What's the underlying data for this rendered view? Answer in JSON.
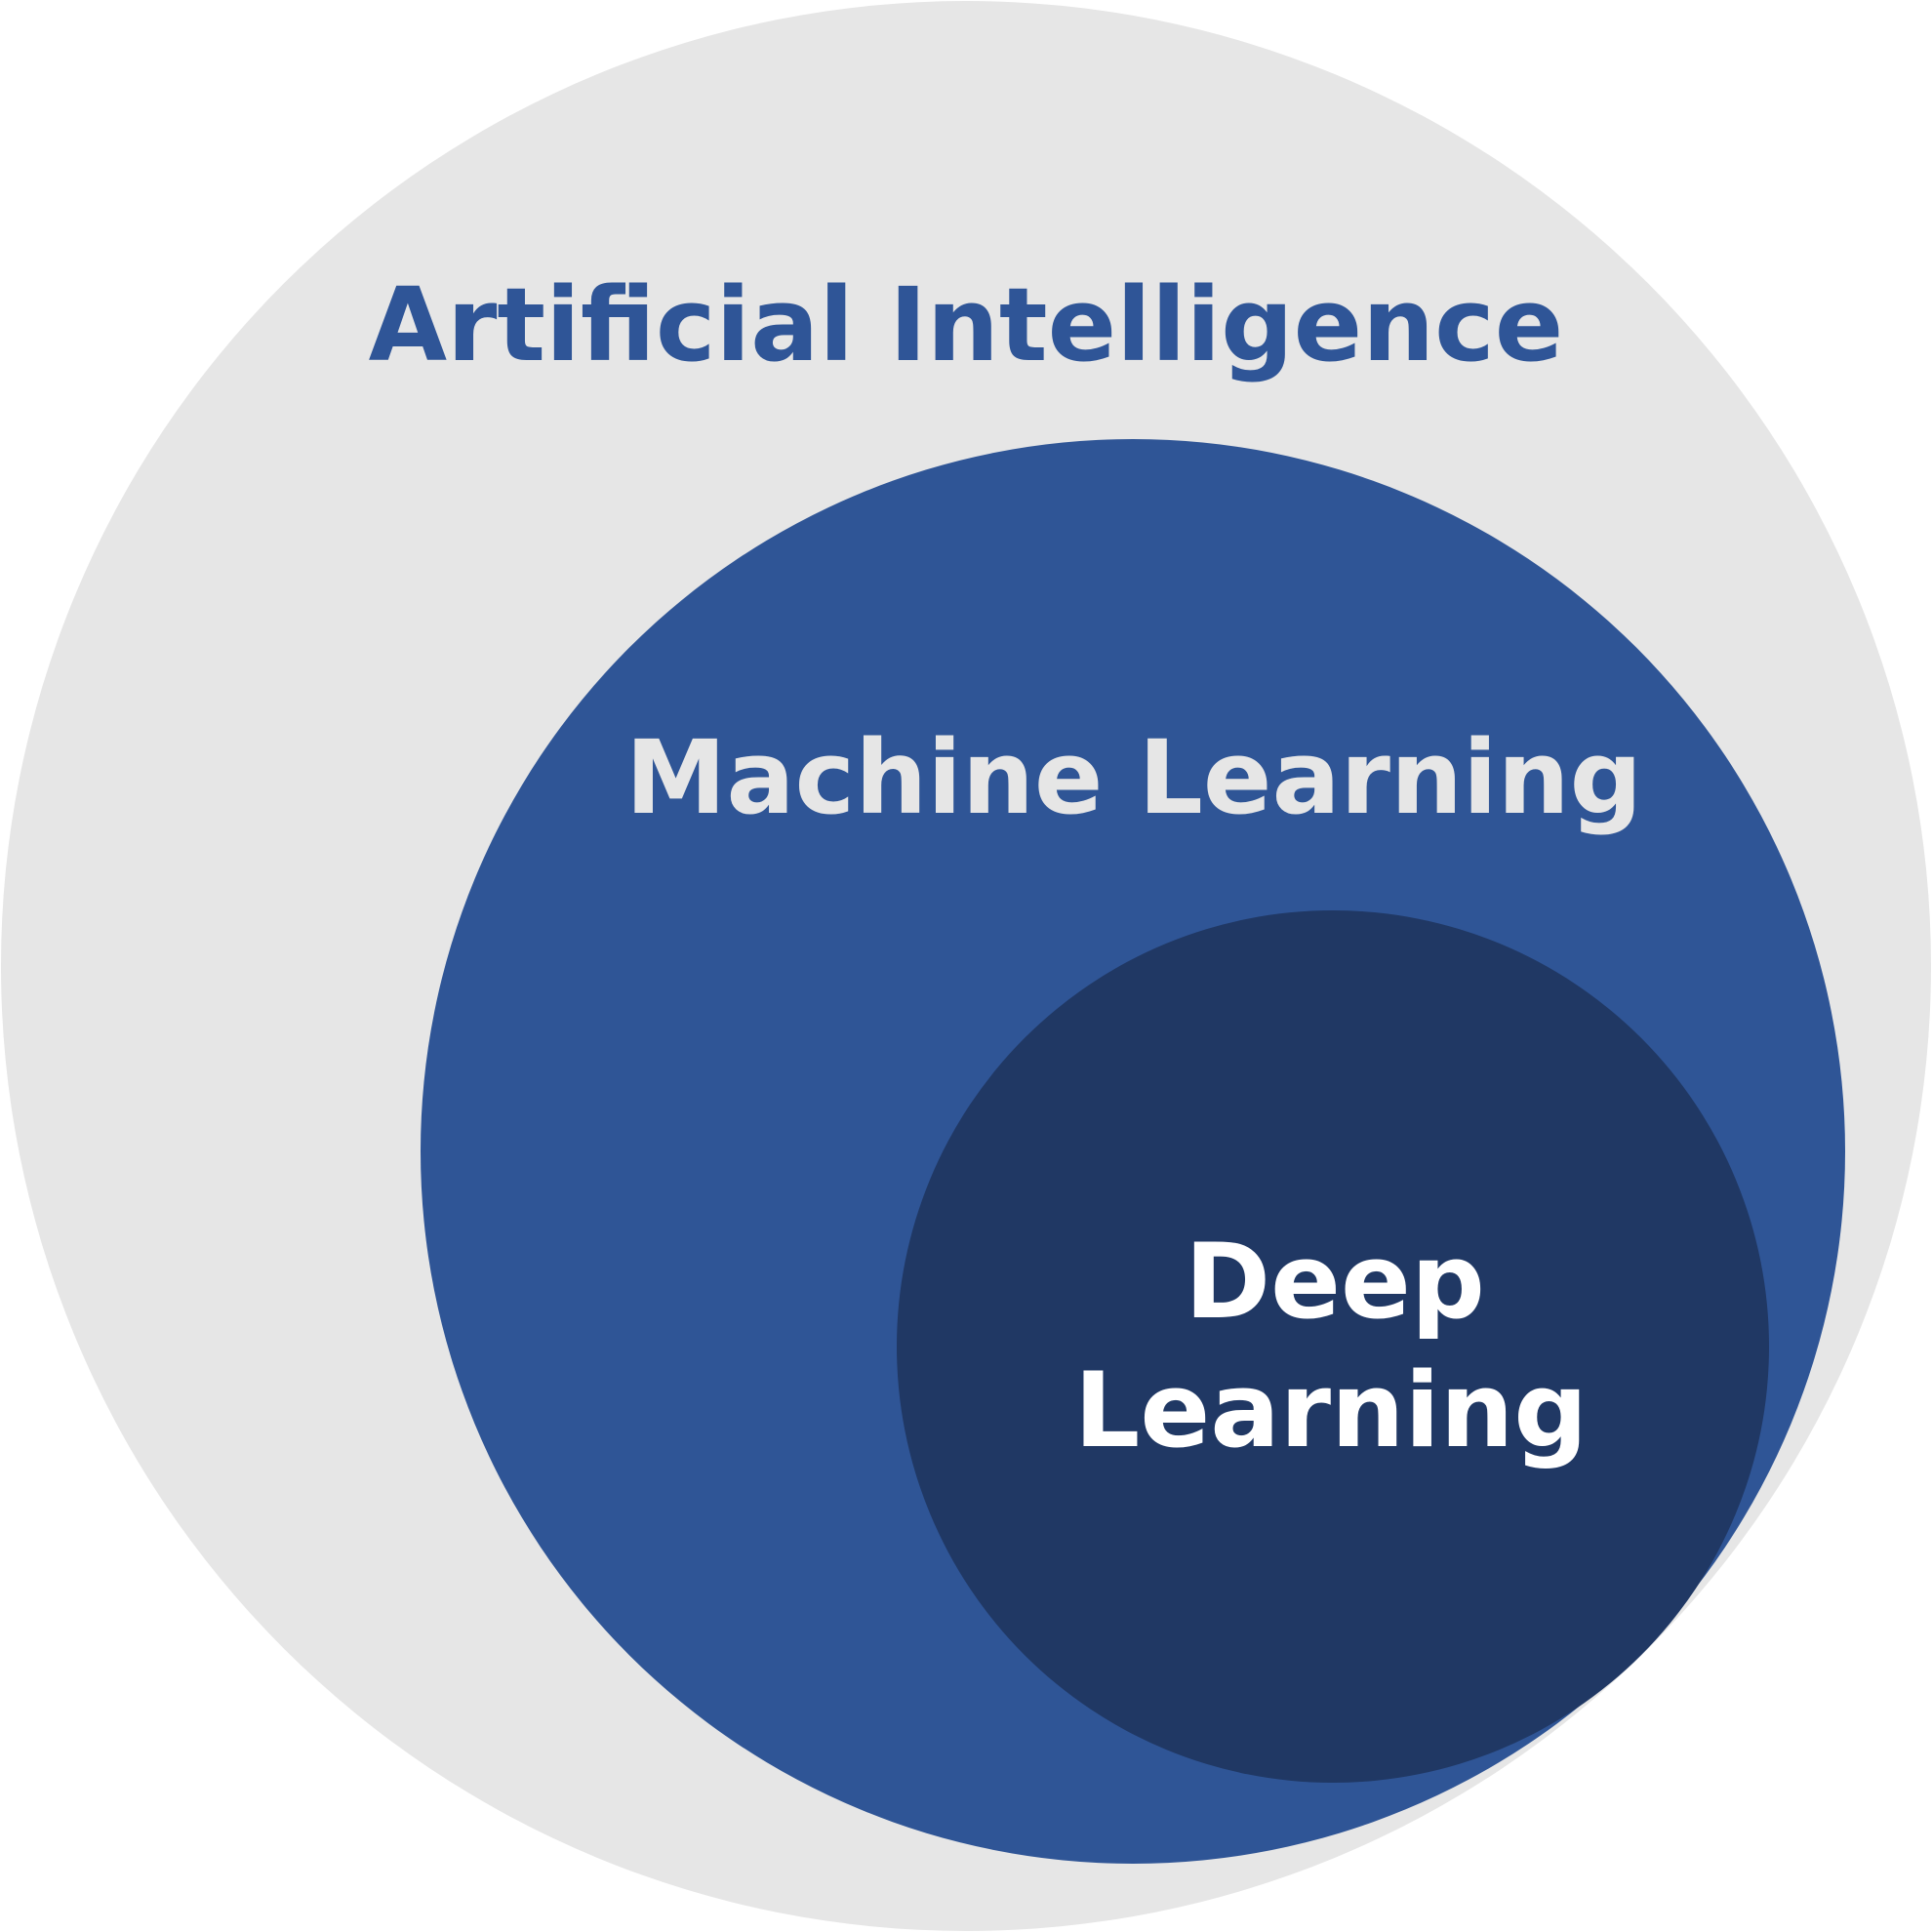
{
  "diagram": {
    "type": "nested-circles",
    "circles": [
      {
        "id": "outer",
        "label": "Artificial Intelligence",
        "fill": "#e6e6e6",
        "text_color": "#2f5597"
      },
      {
        "id": "middle",
        "label": "Machine Learning",
        "fill": "#2f5596",
        "text_color": "#e6e6e6"
      },
      {
        "id": "inner",
        "label_lines": [
          "Deep",
          "Learning"
        ],
        "fill": "#203864",
        "text_color": "#ffffff"
      }
    ]
  }
}
